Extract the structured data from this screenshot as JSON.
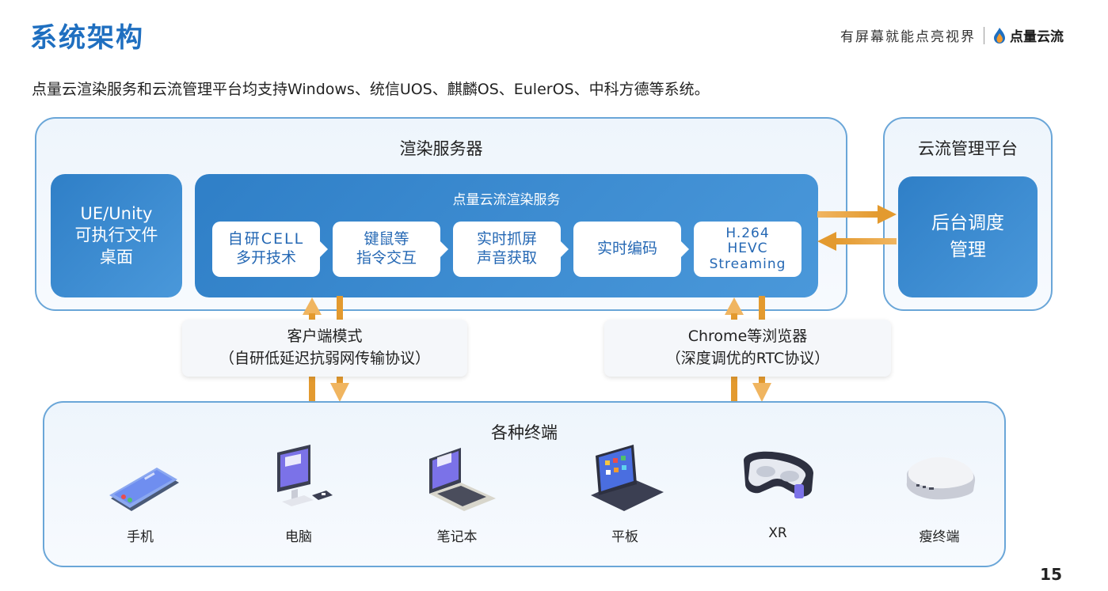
{
  "header": {
    "title": "系统架构",
    "slogan": "有屏幕就能点亮视界",
    "brand_name": "点量云流"
  },
  "subtitle": "点量云渲染服务和云流管理平台均支持Windows、统信UOS、麒麟OS、EulerOS、中科方德等系统。",
  "render_server": {
    "title": "渲染服务器",
    "ue_box": [
      "UE/Unity",
      "可执行文件",
      "桌面"
    ],
    "service": {
      "title": "点量云流渲染服务",
      "steps": [
        {
          "lines": [
            "自研CELL",
            "多开技术"
          ]
        },
        {
          "lines": [
            "键鼠等",
            "指令交互"
          ]
        },
        {
          "lines": [
            "实时抓屏",
            "声音获取"
          ]
        },
        {
          "lines": [
            "实时编码"
          ]
        },
        {
          "lines": [
            "H.264",
            "HEVC",
            "Streaming"
          ]
        }
      ]
    }
  },
  "management": {
    "title": "云流管理平台",
    "box": [
      "后台调度",
      "管理"
    ]
  },
  "modes": [
    {
      "line1": "客户端模式",
      "line2": "（自研低延迟抗弱网传输协议）"
    },
    {
      "line1": "Chrome等浏览器",
      "line2": "（深度调优的RTC协议）"
    }
  ],
  "terminals": {
    "title": "各种终端",
    "devices": [
      {
        "label": "手机",
        "icon": "phone-icon"
      },
      {
        "label": "电脑",
        "icon": "desktop-icon"
      },
      {
        "label": "笔记本",
        "icon": "laptop-icon"
      },
      {
        "label": "平板",
        "icon": "tablet-icon"
      },
      {
        "label": "XR",
        "icon": "xr-headset-icon"
      },
      {
        "label": "瘦终端",
        "icon": "thin-client-icon"
      }
    ]
  },
  "page_number": "15",
  "colors": {
    "title_blue": "#1f6fc0",
    "panel_border": "#6aa6d8",
    "box_blue": "#3a8bd0",
    "arrow_orange": "#e39a2f"
  }
}
